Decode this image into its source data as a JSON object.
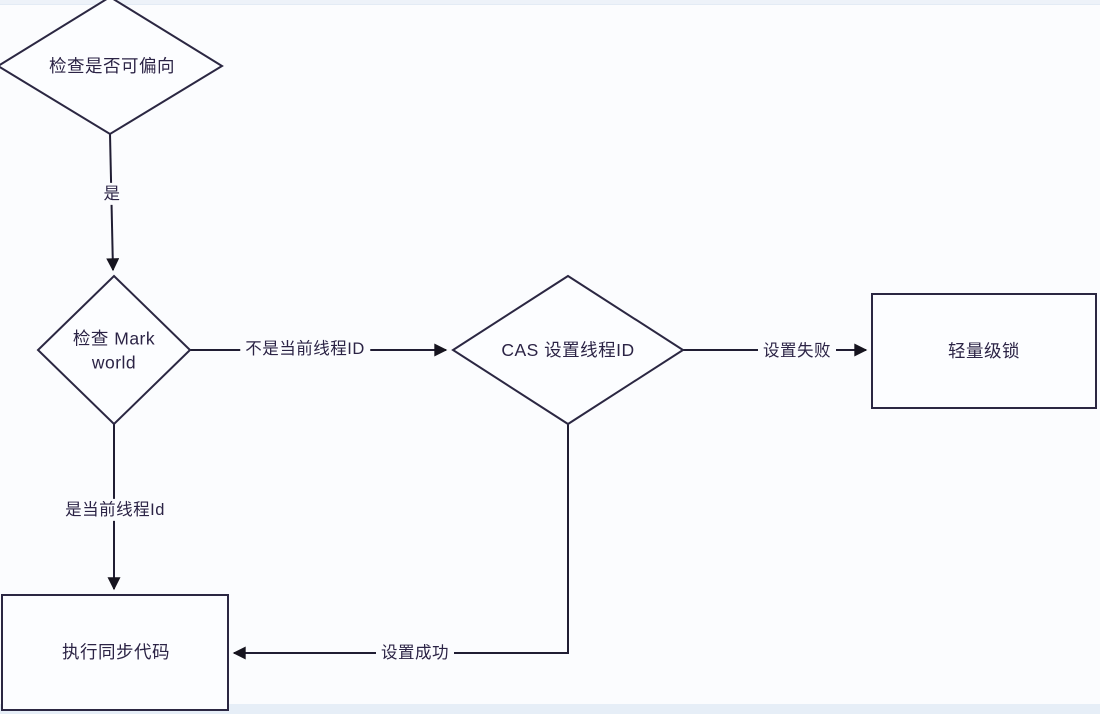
{
  "diagram": {
    "title": "biased-locking-flowchart",
    "nodes": {
      "check_biasable": {
        "type": "decision",
        "label": "检查是否可偏向"
      },
      "check_mark_word": {
        "type": "decision",
        "label_line1": "检查 Mark",
        "label_line2": "world"
      },
      "cas_set_thread_id": {
        "type": "decision",
        "label": "CAS 设置线程ID"
      },
      "lightweight_lock": {
        "type": "process",
        "label": "轻量级锁"
      },
      "execute_sync_code": {
        "type": "process",
        "label": "执行同步代码"
      }
    },
    "edges": {
      "yes": {
        "from": "check_biasable",
        "to": "check_mark_word",
        "label": "是"
      },
      "not_current_thread_id": {
        "from": "check_mark_word",
        "to": "cas_set_thread_id",
        "label": "不是当前线程ID"
      },
      "set_failed": {
        "from": "cas_set_thread_id",
        "to": "lightweight_lock",
        "label": "设置失败"
      },
      "is_current_thread_id": {
        "from": "check_mark_word",
        "to": "execute_sync_code",
        "label": "是当前线程Id"
      },
      "set_success": {
        "from": "cas_set_thread_id",
        "to": "execute_sync_code",
        "label": "设置成功"
      }
    },
    "colors": {
      "shape_stroke": "#2b2742",
      "text": "#2b2345",
      "background": "#fbfcfe",
      "edge_strip": "#e6eef7",
      "arrowhead": "#16141f"
    }
  }
}
